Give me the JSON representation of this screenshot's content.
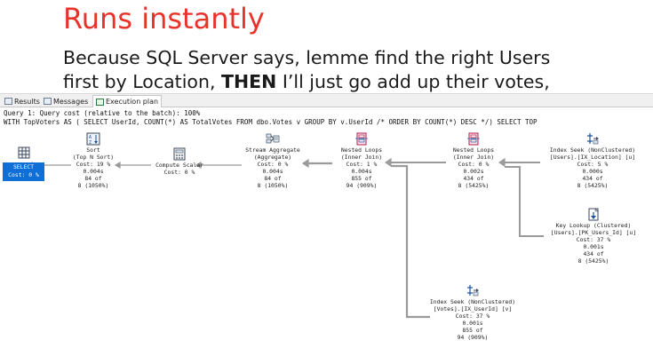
{
  "slide": {
    "title": "Runs instantly",
    "line1": "Because SQL Server says, lemme find the right Users",
    "line2_pre": "first by Location, ",
    "line2_bold": "THEN",
    "line2_post": " I’ll just go add up their votes,"
  },
  "tabs": {
    "results": "Results",
    "messages": "Messages",
    "plan": "Execution plan"
  },
  "query": {
    "header": "Query 1: Query cost (relative to the batch): 100%",
    "text": "WITH TopVoters AS ( SELECT UserId, COUNT(*) AS TotalVotes FROM dbo.Votes v GROUP BY v.UserId /* ORDER BY COUNT(*) DESC */) SELECT TOP"
  },
  "operators": {
    "select": {
      "name": "SELECT",
      "cost": "Cost: 0 %"
    },
    "sort": {
      "name": "Sort",
      "sub": "(Top N Sort)",
      "cost": "Cost: 19 %",
      "time": "0.004s",
      "rows": "84 of",
      "est": "8 (1050%)"
    },
    "compute": {
      "name": "Compute Scalar",
      "cost": "Cost: 0 %"
    },
    "stream": {
      "name": "Stream Aggregate",
      "sub": "(Aggregate)",
      "cost": "Cost: 0 %",
      "time": "0.004s",
      "rows": "84 of",
      "est": "8 (1050%)"
    },
    "nl1": {
      "name": "Nested Loops",
      "sub": "(Inner Join)",
      "cost": "Cost: 1 %",
      "time": "0.004s",
      "rows": "855 of",
      "est": "94 (909%)"
    },
    "nl2": {
      "name": "Nested Loops",
      "sub": "(Inner Join)",
      "cost": "Cost: 0 %",
      "time": "0.002s",
      "rows": "434 of",
      "est": "8 (5425%)"
    },
    "seek_loc": {
      "name": "Index Seek (NonClustered)",
      "sub": "[Users].[IX_Location] [u]",
      "cost": "Cost: 5 %",
      "time": "0.000s",
      "rows": "434 of",
      "est": "8 (5425%)"
    },
    "key_lookup": {
      "name": "Key Lookup (Clustered)",
      "sub": "[Users].[PK_Users_Id] [u]",
      "cost": "Cost: 37 %",
      "time": "0.001s",
      "rows": "434 of",
      "est": "8 (5425%)"
    },
    "seek_votes": {
      "name": "Index Seek (NonClustered)",
      "sub": "[Votes].[IX_UserId] [v]",
      "cost": "Cost: 37 %",
      "time": "0.001s",
      "rows": "855 of",
      "est": "94 (909%)"
    }
  },
  "colors": {
    "title": "#e8332a",
    "selected": "#0f6fd6",
    "arrow": "#9a9a9a"
  }
}
